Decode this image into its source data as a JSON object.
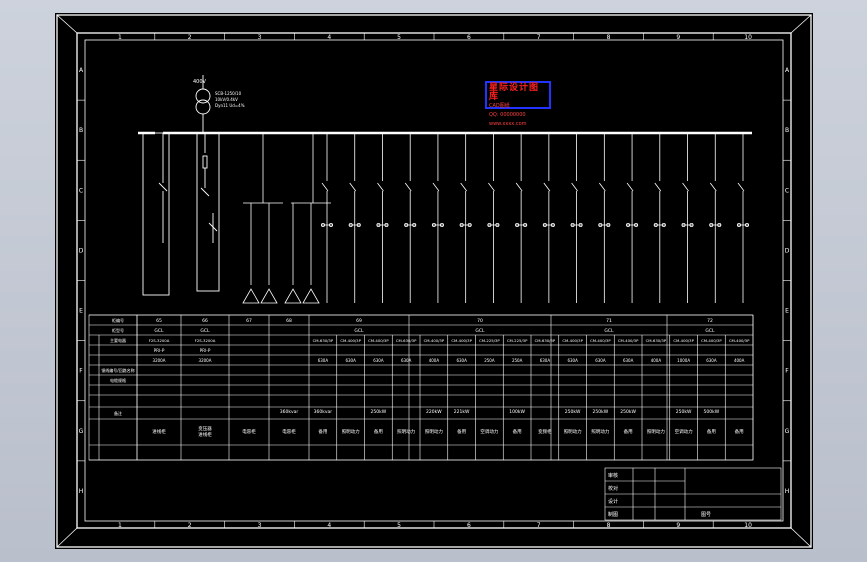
{
  "colors": {
    "background": "#000000",
    "line": "#ffffff",
    "stamp_border": "#2233ff",
    "stamp_text": "#ff2020",
    "frame_outer_bg": "#c7ccd6"
  },
  "frame": {
    "col_labels": [
      "1",
      "2",
      "3",
      "4",
      "5",
      "6",
      "7",
      "8",
      "9",
      "10"
    ],
    "row_labels": [
      "A",
      "B",
      "C",
      "D",
      "E",
      "F",
      "G",
      "H"
    ]
  },
  "stamp": {
    "line1": "星际设计图库",
    "line2": "CAD图纸",
    "line3": "QQ: 00000000 www.xxxx.com"
  },
  "transformer": {
    "voltage": "400V",
    "spec1": "SCB-1250/10",
    "spec2": "10kV/0.4kV",
    "spec3": "Dyn11 Ud=4%"
  },
  "table": {
    "row_headers": [
      "柜编号",
      "柜型号",
      "主要电器",
      "",
      "",
      "馈线编号/回路名称",
      "电缆规格",
      "",
      "备注"
    ],
    "cabinet_numbers": [
      "65",
      "66",
      "67",
      "68",
      "69",
      "70",
      "71",
      "72"
    ],
    "cabinet_types": [
      "GCL",
      "GCL",
      "",
      "",
      "GCL",
      "GCL",
      "GCL",
      "GCL"
    ],
    "breaker_models": [
      "F2S-3200A",
      "F2S-3200A",
      "",
      "",
      "CM-630/3P",
      "CM-400/3P",
      "CM-400/3P",
      "CM-630/3P",
      "CM-400/3P",
      "CM-400/3P",
      "CM-225/3P",
      "CM-225/3P",
      "CM-630/3P",
      "CM-400/3P",
      "CM-400/3P",
      "CM-400/3P",
      "CM-630/3P",
      "CM-400/3P",
      "CM-400/3P",
      "CM-400/3P"
    ],
    "ct_models": [
      "PRI-P",
      "PRI-P"
    ],
    "currents": [
      "3200A",
      "3200A",
      "",
      "",
      "630A",
      "630A",
      "630A",
      "630A",
      "400A",
      "630A",
      "250A",
      "250A",
      "630A",
      "630A",
      "630A",
      "630A",
      "400A",
      "1000A",
      "630A",
      "400A"
    ],
    "capacities": [
      "",
      "",
      "",
      "360kvar",
      "360kvar",
      "",
      "250kW",
      "",
      "220kW",
      "221kW",
      "",
      "100kW",
      "",
      "250kW",
      "250kW",
      "250kW",
      "",
      "250kW",
      "500kW",
      ""
    ],
    "loop_names": [
      "进线柜",
      "变压器\n进线柜",
      "电容柜",
      "电容柜",
      "备用",
      "照明动力",
      "备用",
      "照明动力",
      "照明动力",
      "备用",
      "空调动力",
      "备用",
      "变频柜",
      "照明动力",
      "照明动力",
      "备用",
      "照明动力",
      "空调动力",
      "备用",
      "备用"
    ]
  },
  "title_block": {
    "labels": [
      "审核",
      "校对",
      "设计",
      "制图"
    ],
    "sheet_label": "图号"
  }
}
